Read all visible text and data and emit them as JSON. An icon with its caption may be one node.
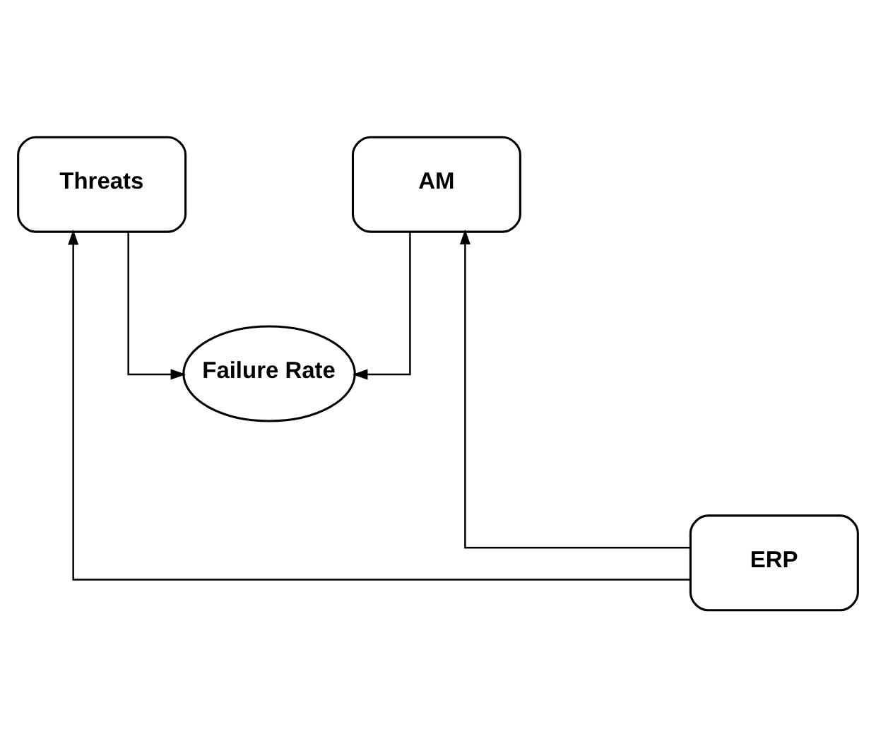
{
  "diagram": {
    "nodes": [
      {
        "text": [
          "Threats"
        ]
      },
      {
        "text": [
          "AM"
        ]
      },
      {
        "text": [
          "Failure Rate"
        ]
      },
      {
        "text": [
          "ERP"
        ]
      }
    ],
    "edges": [
      {
        "from": 0,
        "to": 2,
        "arrow": "to"
      },
      {
        "from": 1,
        "to": 2,
        "arrow": "to"
      },
      {
        "from": 3,
        "to": 0,
        "arrow": "to"
      },
      {
        "from": 3,
        "to": 1,
        "arrow": "to"
      }
    ]
  }
}
